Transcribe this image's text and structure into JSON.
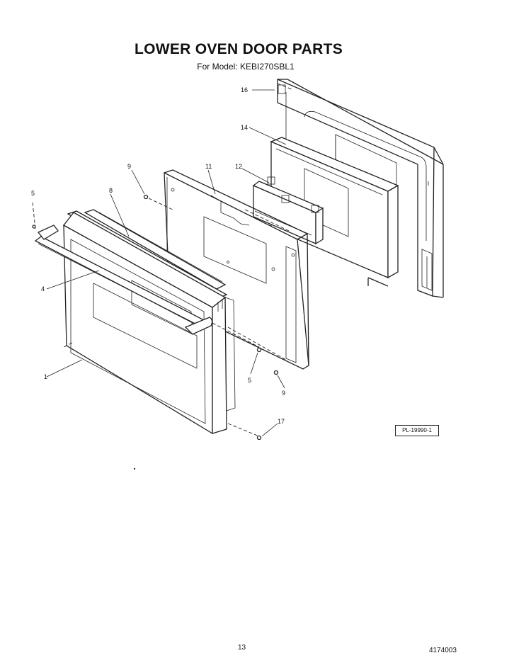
{
  "header": {
    "title": "LOWER OVEN DOOR PARTS",
    "subtitle": "For Model: KEBI270SBL1"
  },
  "callouts": {
    "c16": "16",
    "c14": "14",
    "c9a": "9",
    "c11": "11",
    "c12": "12",
    "c5a": "5",
    "c8": "8",
    "c4": "4",
    "c1": "1",
    "c5b": "5",
    "c9b": "9",
    "c17": "17"
  },
  "plate_id": "PL-19990-1",
  "footer": {
    "page_number": "13",
    "doc_number": "4174003"
  }
}
